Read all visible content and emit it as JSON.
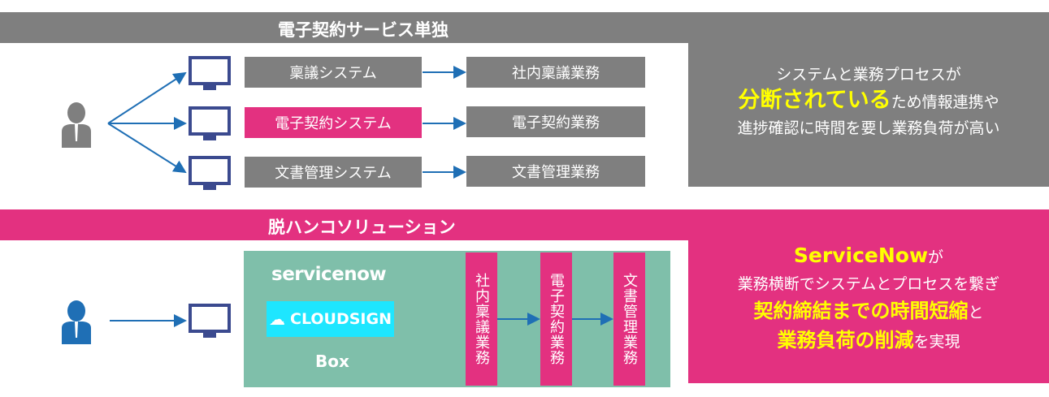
{
  "top_section": {
    "title": "電子契約サービス単独",
    "systems": [
      "稟議システム",
      "電子契約システム",
      "文書管理システム"
    ],
    "tasks": [
      "社内稟議業務",
      "電子契約業務",
      "文書管理業務"
    ],
    "panel": {
      "line1": "システムと業務プロセスが",
      "line2_highlight": "分断されている",
      "line2_rest": "ため情報連携や",
      "line3": "進捗確認に時間を要し業務負荷が高い"
    }
  },
  "bottom_section": {
    "title": "脱ハンコソリューション",
    "logos": {
      "servicenow": "servicenow",
      "cloudsign": "CLOUDSIGN",
      "box": "Box"
    },
    "tasks": [
      "社内稟議業務",
      "電子契約業務",
      "文書管理業務"
    ],
    "panel": {
      "line1_highlight": "ServiceNow",
      "line1_rest": "が",
      "line2": "業務横断でシステムとプロセスを繋ぎ",
      "line3_highlight": "契約締結までの時間短縮",
      "line3_rest": "と",
      "line4_highlight": "業務負荷の削減",
      "line4_rest": "を実現"
    }
  },
  "colors": {
    "gray": "#7f7f7f",
    "pink": "#e33180",
    "teal": "#7fbfaa",
    "cyan": "#1ee6ff",
    "yellow": "#ffff00",
    "monitor": "#3b4a8f",
    "person_gray": "#7f7f7f",
    "person_blue": "#1f6fb5"
  }
}
